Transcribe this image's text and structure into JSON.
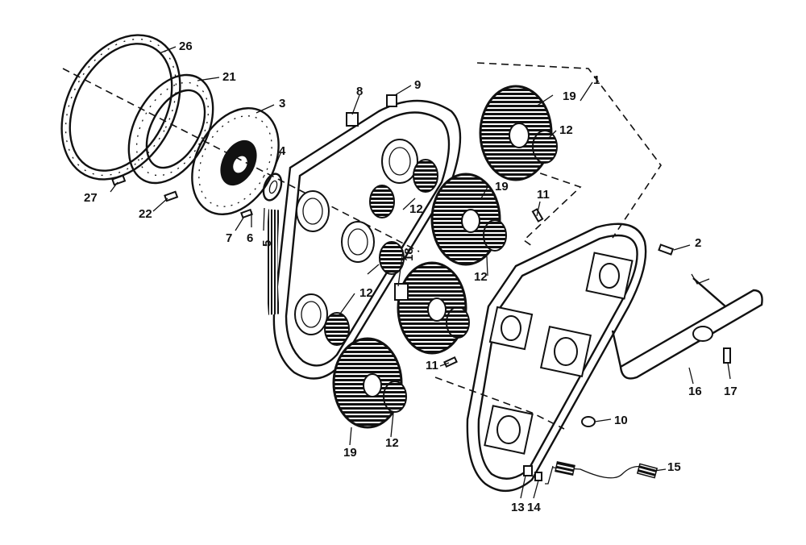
{
  "callouts": [
    {
      "id": "c1",
      "text": "1"
    },
    {
      "id": "c2",
      "text": "2"
    },
    {
      "id": "c3",
      "text": "3"
    },
    {
      "id": "c4",
      "text": "4"
    },
    {
      "id": "c5",
      "text": "5"
    },
    {
      "id": "c6",
      "text": "6"
    },
    {
      "id": "c7",
      "text": "7"
    },
    {
      "id": "c8",
      "text": "8"
    },
    {
      "id": "c9",
      "text": "9"
    },
    {
      "id": "c10",
      "text": "10"
    },
    {
      "id": "c11a",
      "text": "11"
    },
    {
      "id": "c11b",
      "text": "11"
    },
    {
      "id": "c12a",
      "text": "12"
    },
    {
      "id": "c12b",
      "text": "12"
    },
    {
      "id": "c12c",
      "text": "12"
    },
    {
      "id": "c12d",
      "text": "12"
    },
    {
      "id": "c12e",
      "text": "12"
    },
    {
      "id": "c13",
      "text": "13"
    },
    {
      "id": "c14",
      "text": "14"
    },
    {
      "id": "c15",
      "text": "15"
    },
    {
      "id": "c16",
      "text": "16"
    },
    {
      "id": "c17",
      "text": "17"
    },
    {
      "id": "c18",
      "text": "18"
    },
    {
      "id": "c19a",
      "text": "19"
    },
    {
      "id": "c19b",
      "text": "19"
    },
    {
      "id": "c19c",
      "text": "19"
    },
    {
      "id": "c21",
      "text": "21"
    },
    {
      "id": "c22",
      "text": "22"
    },
    {
      "id": "c26",
      "text": "26"
    },
    {
      "id": "c27",
      "text": "27"
    }
  ]
}
